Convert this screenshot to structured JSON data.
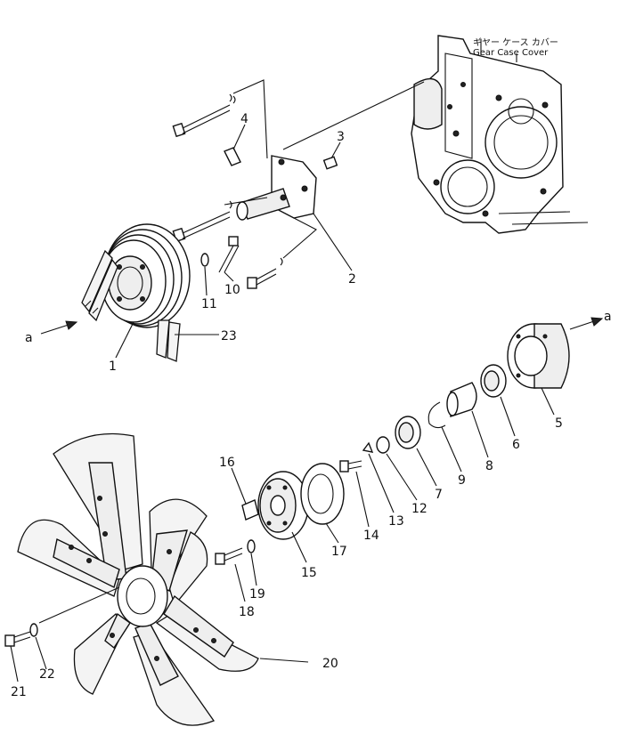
{
  "caption": {
    "japanese": "ギヤー ケース カバー",
    "english": "Gear Case Cover"
  },
  "callouts": [
    {
      "id": "c1",
      "text": "1"
    },
    {
      "id": "c2",
      "text": "2"
    },
    {
      "id": "c3",
      "text": "3"
    },
    {
      "id": "c4",
      "text": "4"
    },
    {
      "id": "c5",
      "text": "5"
    },
    {
      "id": "c6",
      "text": "6"
    },
    {
      "id": "c7",
      "text": "7"
    },
    {
      "id": "c8",
      "text": "8"
    },
    {
      "id": "c9",
      "text": "9"
    },
    {
      "id": "c10",
      "text": "10"
    },
    {
      "id": "c11",
      "text": "11"
    },
    {
      "id": "c12",
      "text": "12"
    },
    {
      "id": "c13",
      "text": "13"
    },
    {
      "id": "c14",
      "text": "14"
    },
    {
      "id": "c15",
      "text": "15"
    },
    {
      "id": "c16",
      "text": "16"
    },
    {
      "id": "c17",
      "text": "17"
    },
    {
      "id": "c18",
      "text": "18"
    },
    {
      "id": "c19",
      "text": "19"
    },
    {
      "id": "c20",
      "text": "20"
    },
    {
      "id": "c21",
      "text": "21"
    },
    {
      "id": "c22",
      "text": "22"
    },
    {
      "id": "c23",
      "text": "23"
    }
  ],
  "view_marks": {
    "left": "a",
    "right": "a"
  }
}
